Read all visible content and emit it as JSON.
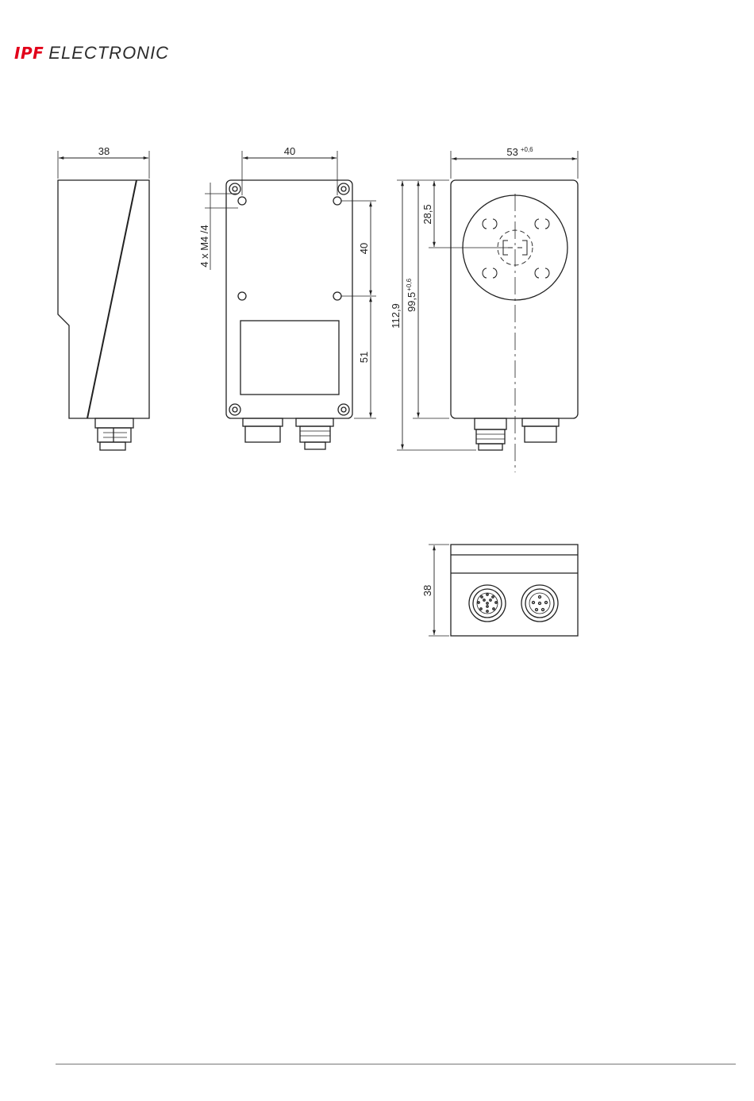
{
  "header": {
    "brand": "IPF",
    "brand_suffix": "ELECTRONIC",
    "brand_color": "#e2001a"
  },
  "dimensions": {
    "side_width": "38",
    "back_hole_spacing_h": "40",
    "back_thread_note": "4 x M4 /4",
    "back_hole_spacing_v": "40",
    "back_lower_height": "51",
    "front_width": "53",
    "front_width_tol": "+0,6",
    "front_overall_height": "112,9",
    "front_body_height": "99,5",
    "front_body_height_tol": "+0,6",
    "front_optic_offset": "28,5",
    "bottom_depth": "38"
  }
}
